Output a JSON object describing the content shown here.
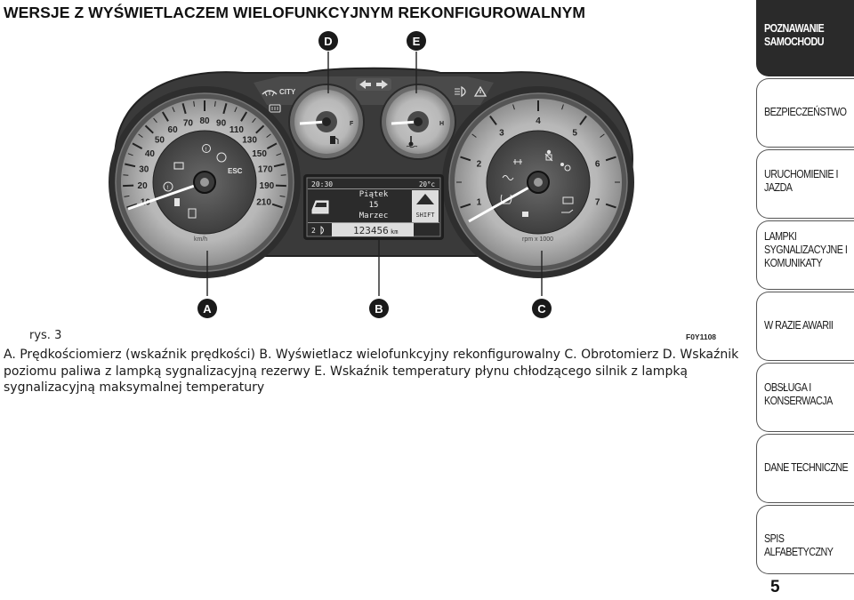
{
  "header": {
    "title": "WERSJE Z WYŚWIETLACZEM WIELOFUNKCYJNYM REKONFIGUROWALNYM"
  },
  "figure": {
    "label": "rys. 3",
    "code": "F0Y1108",
    "callouts": [
      "D",
      "E",
      "A",
      "B",
      "C"
    ],
    "city_label": "CITY",
    "speedometer": {
      "scale": [
        "10",
        "20",
        "30",
        "40",
        "50",
        "60",
        "70",
        "80",
        "90",
        "110",
        "130",
        "150",
        "170",
        "190",
        "210"
      ],
      "unit": "km/h",
      "esc_label": "ESC"
    },
    "tachometer": {
      "scale": [
        "1",
        "2",
        "3",
        "4",
        "5",
        "6",
        "7"
      ],
      "unit": "rpm x 1000"
    },
    "fuel_gauge": {
      "marks": [
        "F"
      ]
    },
    "temp_gauge": {
      "marks": [
        "H"
      ]
    },
    "display": {
      "time": "20:30",
      "temperature": "20°c",
      "day": "Piątek",
      "date": "15",
      "month": "Marzec",
      "shift": "SHIFT",
      "gear": "2",
      "odometer": "123456",
      "odometer_unit": "km"
    }
  },
  "caption": "A. Prędkościomierz (wskaźnik prędkości) B. Wyświetlacz wielofunkcyjny rekonfigurowalny C. Obrotomierz D. Wskaźnik poziomu paliwa z lampką sygnalizacyjną rezerwy E. Wskaźnik temperatury płynu chłodzącego silnik z lampką sygnalizacyjną maksymalnej temperatury",
  "sidebar": {
    "tabs": [
      "POZNAWANIE SAMOCHODU",
      "BEZPIECZEŃSTWO",
      "URUCHOMIENIE I JAZDA",
      "LAMPKI SYGNALIZACYJNE I KOMUNIKATY",
      "W RAZIE AWARII",
      "OBSŁUGA I KONSERWACJA",
      "DANE TECHNICZNE",
      "SPIS ALFABETYCZNY"
    ]
  },
  "page_number": "5",
  "colors": {
    "bezel": "#333333",
    "dial_face": "#bdbdbd",
    "dial_center": "#5a5a5a",
    "display_bg": "#2b2b2b",
    "sidebar_active": "#2a2a2a"
  }
}
